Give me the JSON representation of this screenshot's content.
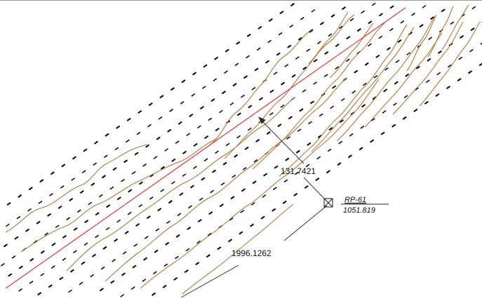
{
  "drawing": {
    "colors": {
      "background": "#ffffff",
      "contour": "#b07838",
      "centerline": "#e8343c",
      "dash": "#000000",
      "leader": "#2a2a2a",
      "text": "#111111"
    },
    "reference_point": {
      "symbol": "boxed-x-marker-icon",
      "name": "RP-61",
      "elevation": "1051.819"
    },
    "dimensions": {
      "offset_distance": "131.7421",
      "baseline_distance": "1996.1262"
    }
  }
}
